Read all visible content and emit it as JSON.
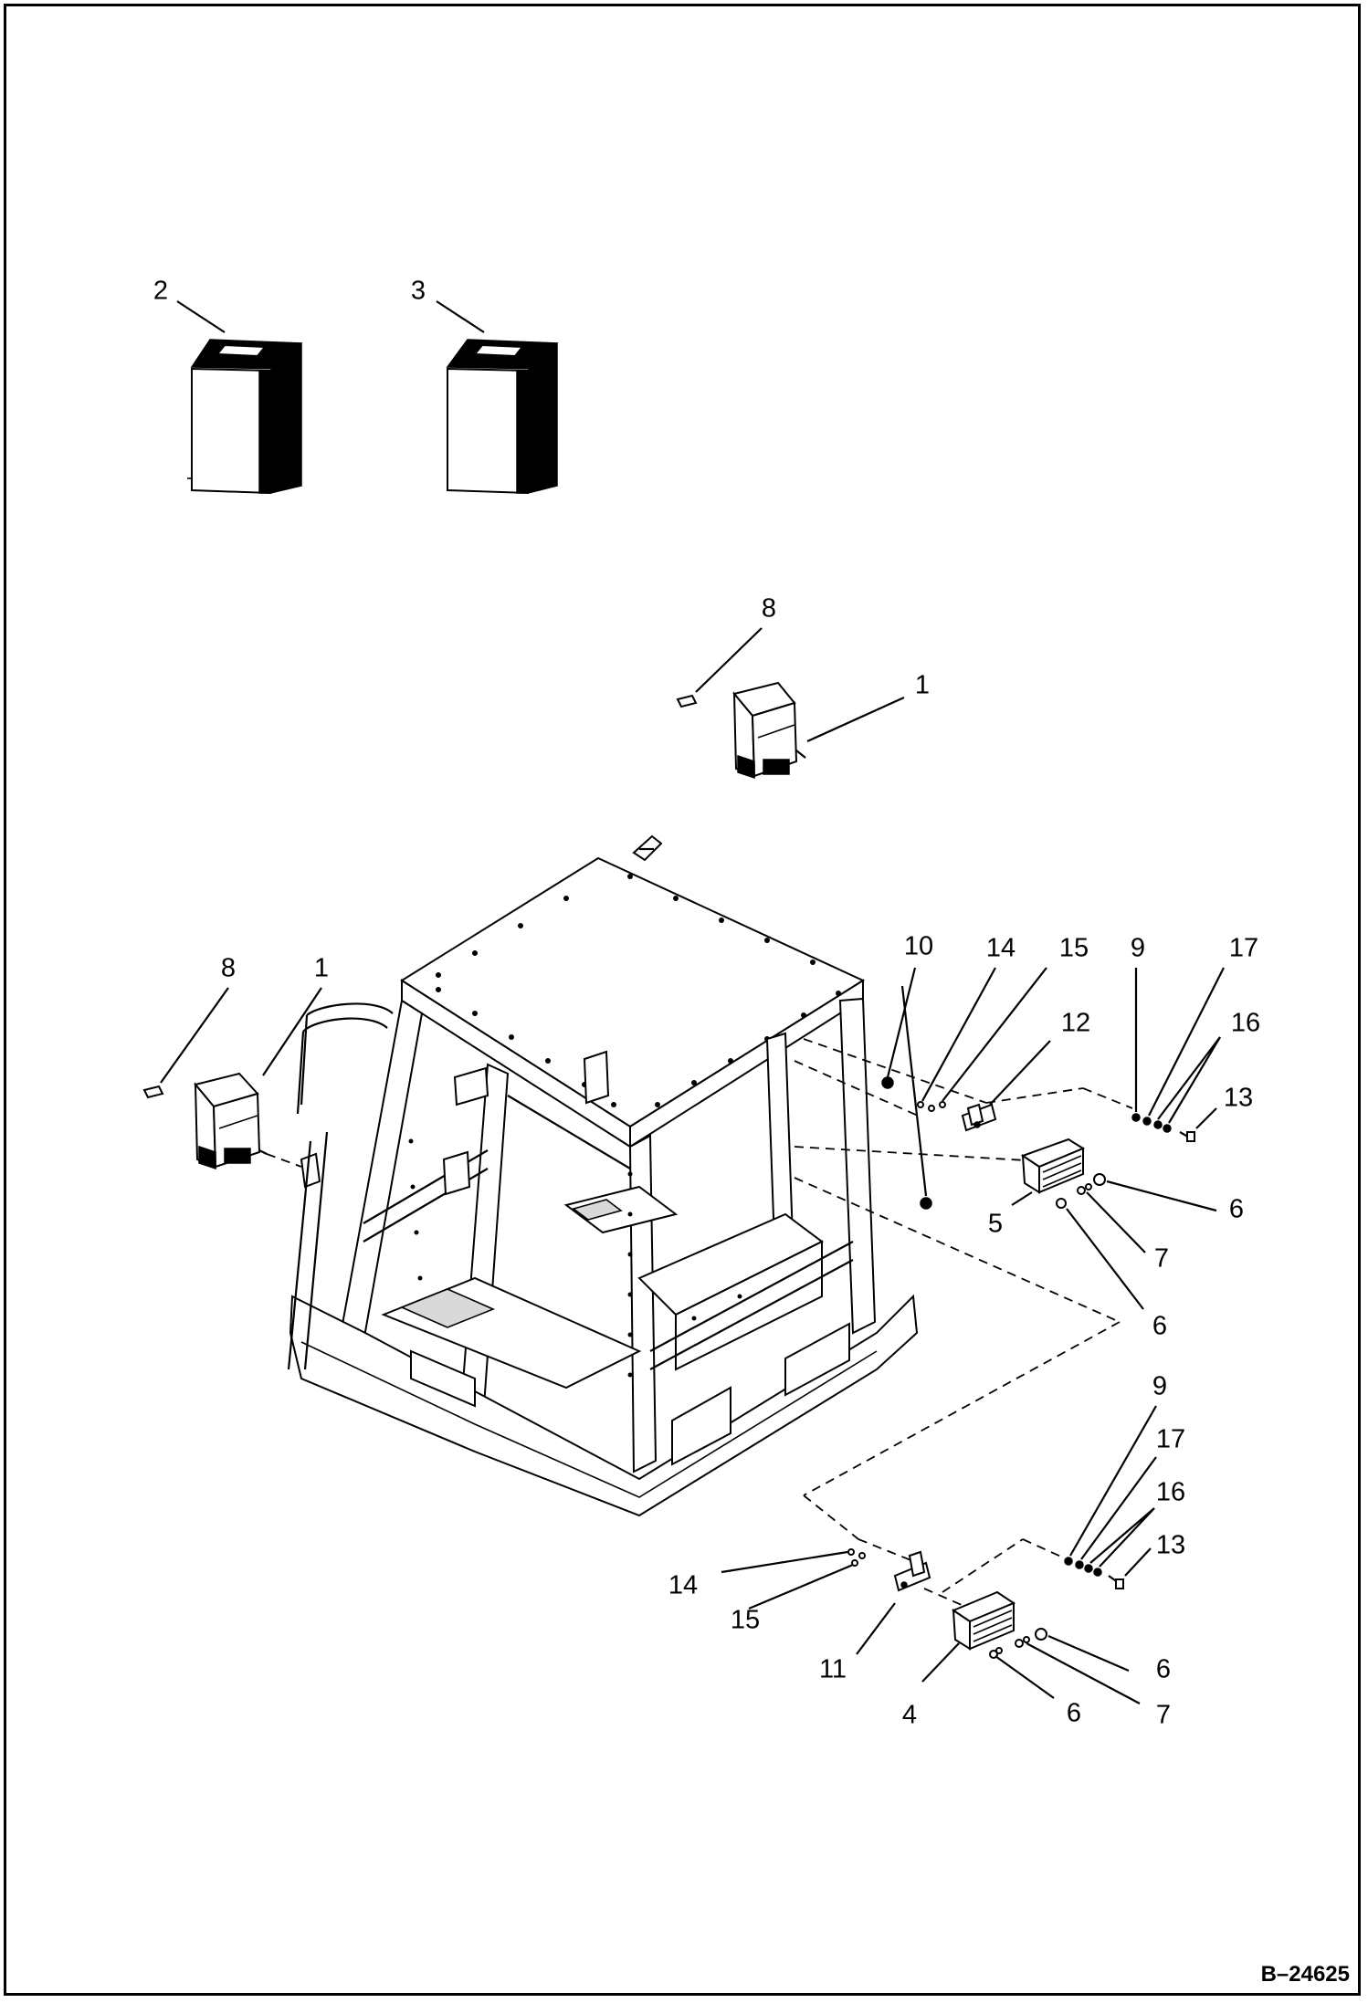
{
  "diagram": {
    "drawing_code": "B–24625",
    "callouts": [
      "1",
      "1",
      "2",
      "3",
      "4",
      "5",
      "6",
      "6",
      "6",
      "6",
      "7",
      "7",
      "8",
      "8",
      "9",
      "9",
      "10",
      "11",
      "12",
      "13",
      "13",
      "14",
      "14",
      "15",
      "15",
      "16",
      "16",
      "17",
      "17"
    ]
  }
}
